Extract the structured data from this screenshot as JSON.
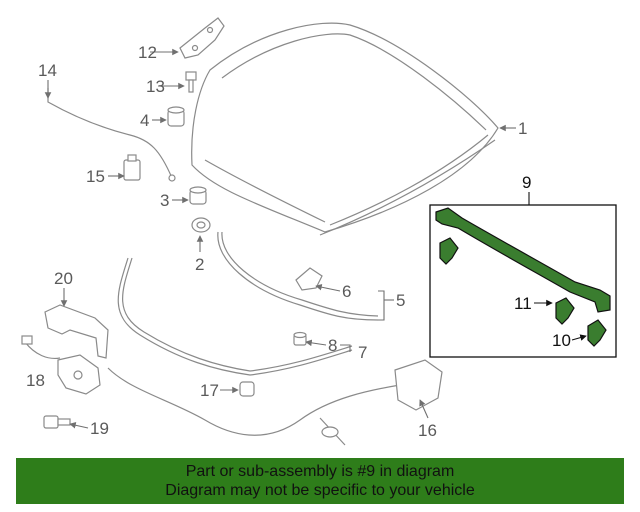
{
  "callouts": {
    "c1": "1",
    "c2": "2",
    "c3": "3",
    "c4": "4",
    "c5": "5",
    "c6": "6",
    "c7": "7",
    "c8": "8",
    "c9": "9",
    "c10": "10",
    "c11": "11",
    "c12": "12",
    "c13": "13",
    "c14": "14",
    "c15": "15",
    "c16": "16",
    "c17": "17",
    "c18": "18",
    "c19": "19",
    "c20": "20"
  },
  "footer": {
    "line1": "Part or sub-assembly is #9 in diagram",
    "line2": "Diagram may not be specific to your vehicle"
  },
  "colors": {
    "highlight_part": "#3a7d2f",
    "footer_bg": "#2e7d1a",
    "part_stroke": "#8a8a8a"
  }
}
